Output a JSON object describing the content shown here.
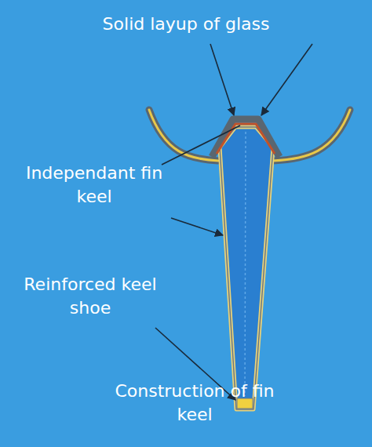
{
  "diagram": {
    "caption": "Construction of fin keel",
    "labels": [
      "Solid layup of glass",
      "Independant fin keel",
      "Reinforced keel shoe"
    ]
  }
}
